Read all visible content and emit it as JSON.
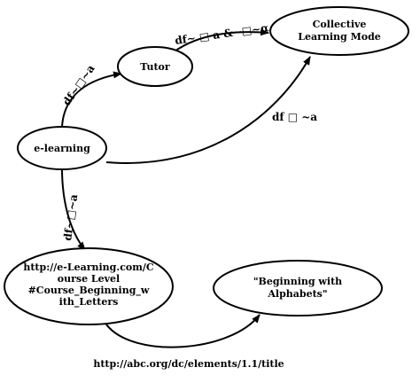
{
  "nodes": {
    "collective": {
      "lines": [
        "Collective",
        "Learning Mode"
      ]
    },
    "tutor": {
      "lines": [
        "Tutor"
      ]
    },
    "elearning": {
      "lines": [
        "e-learning"
      ]
    },
    "course": {
      "lines": [
        "http://e-Learning.com/C",
        "ourse Level",
        "#Course_Beginning_w",
        "ith_Letters"
      ]
    },
    "alphabets": {
      "lines": [
        "\"Beginning with",
        "Alphabets\""
      ]
    }
  },
  "edges": {
    "elearning_to_tutor": "df~□~a",
    "tutor_to_collective": "df~ □ a &~□~α",
    "elearning_to_collective": "df □ ~a",
    "elearning_to_course": "df~□~a"
  },
  "caption": "http://abc.org/dc/elements/1.1/title"
}
